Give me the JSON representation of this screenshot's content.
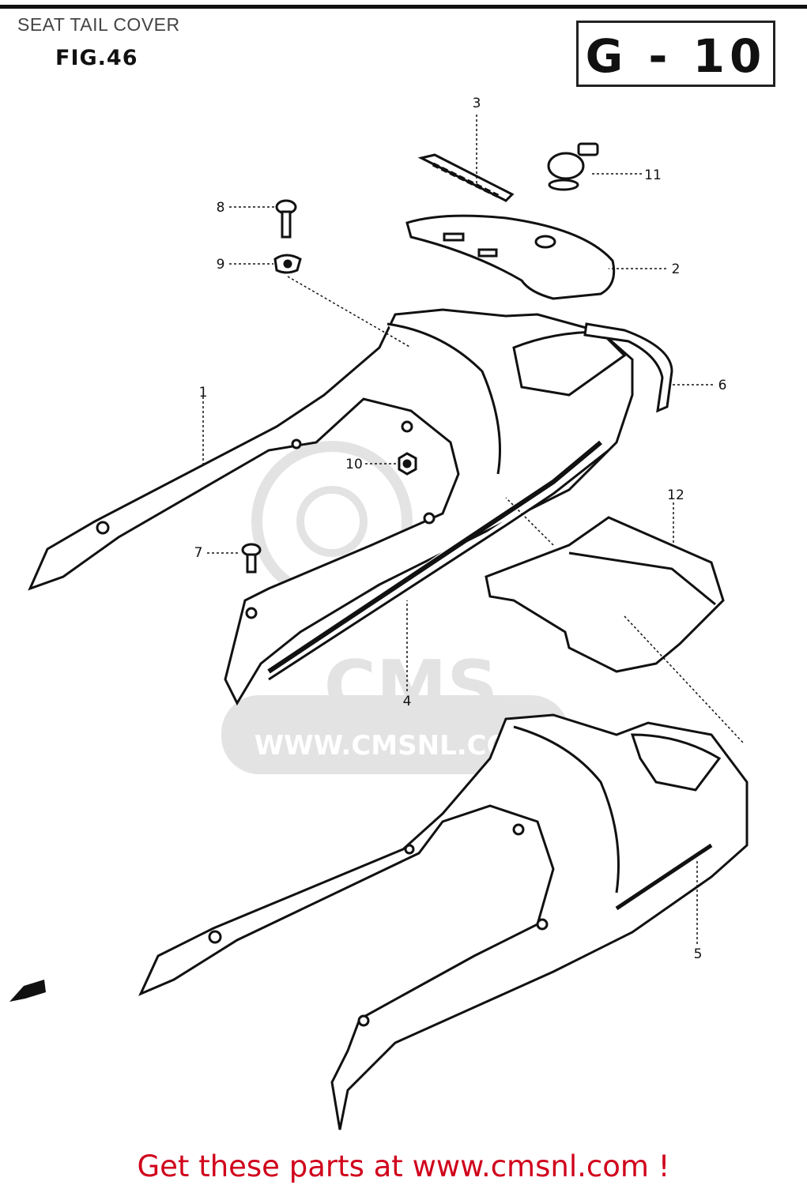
{
  "page": {
    "title": "SEAT TAIL COVER",
    "figure": "FIG.46",
    "reference": "G - 10"
  },
  "watermark": {
    "brand": "CMS",
    "url": "WWW.CMSNL.COM"
  },
  "callouts": [
    "1",
    "2",
    "3",
    "4",
    "5",
    "6",
    "7",
    "8",
    "9",
    "10",
    "11",
    "12"
  ],
  "footer": {
    "text": "Get these parts at www.cmsnl.com !",
    "color": "#d0021b"
  }
}
